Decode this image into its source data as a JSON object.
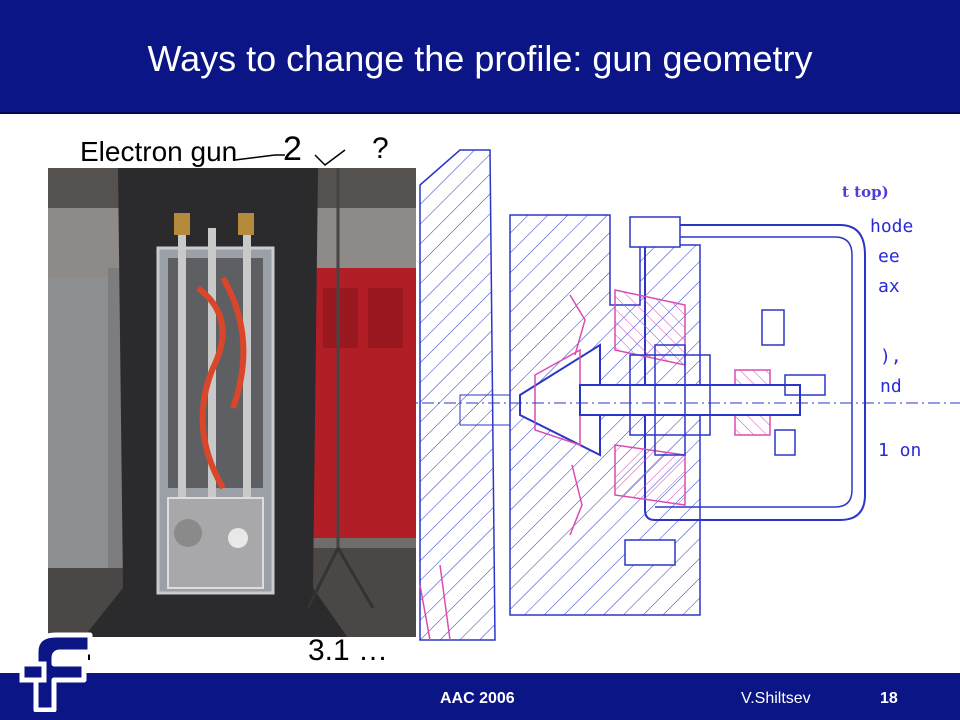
{
  "slide": {
    "title": "Ways to change the profile: gun geometry",
    "footer": {
      "conference": "AAC 2006",
      "author": "V.Shiltsev",
      "page": "18"
    }
  },
  "labels": {
    "electron_gun": "Electron gun",
    "dim_top_number": "2",
    "dim_top_partial": "?",
    "dim_bottom": "3.1 …",
    "right_small": "t top)",
    "right_lines": [
      "hode",
      "ee",
      "ax",
      "),",
      "nd",
      "1 on"
    ]
  },
  "colors": {
    "title_bar": "#0b1585",
    "drawing_blue": "#2b36c8",
    "drawing_pink": "#d94cb4",
    "right_text": "#2a2ad6"
  },
  "icons": {
    "logo": "fermilab-f-logo"
  }
}
